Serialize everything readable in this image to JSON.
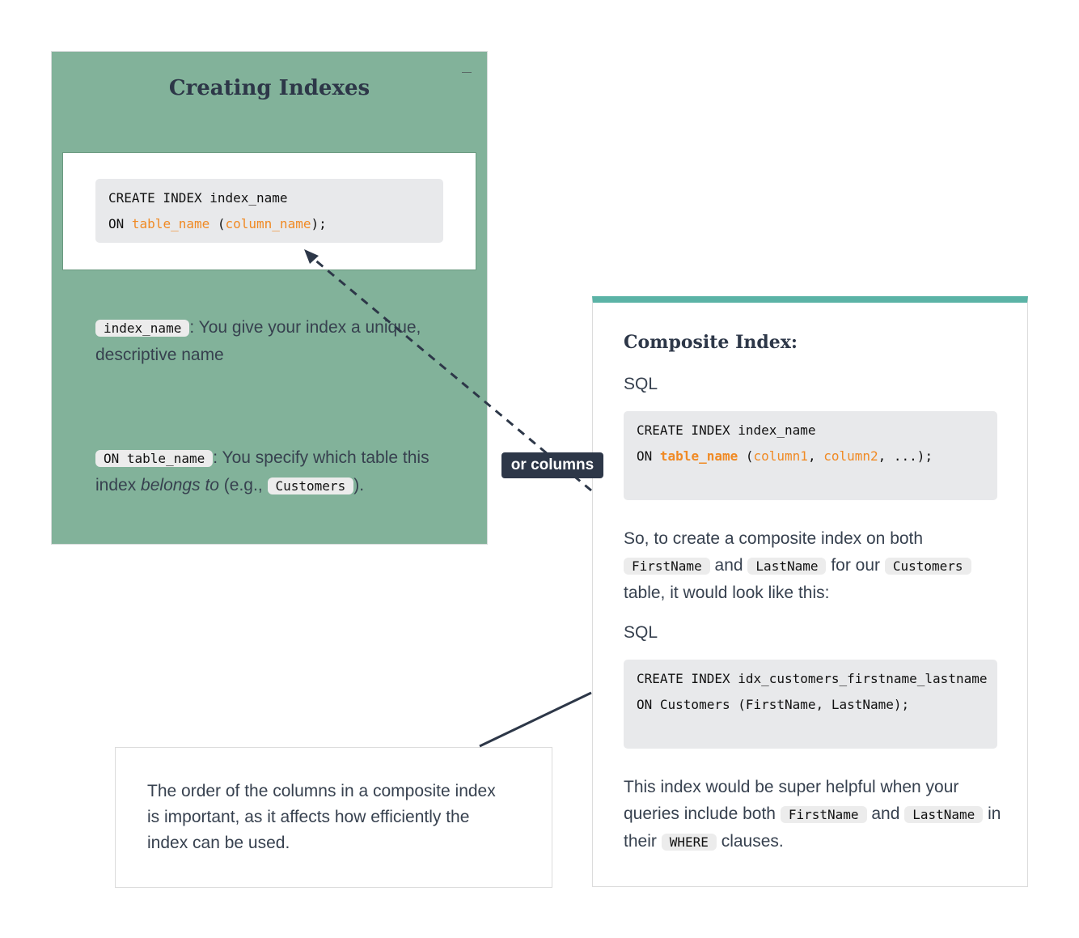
{
  "left_card": {
    "title": "Creating Indexes",
    "minimize_icon": "minus-icon",
    "code": {
      "line1": "CREATE INDEX index_name",
      "on": "ON",
      "table": "table_name",
      "open": " (",
      "column": "column_name",
      "close": ");"
    },
    "p1": {
      "code": "index_name",
      "text": ": You give your index a unique, descriptive name"
    },
    "p2": {
      "code": "ON table_name",
      "text1": ": You specify which table this index ",
      "em": "belongs to",
      "text2": " (e.g., ",
      "code2": "Customers",
      "text3": ")."
    }
  },
  "connector_label": "or columns",
  "right_card": {
    "title": "Composite Index:",
    "sql1": "SQL",
    "code1": {
      "line1": "CREATE INDEX index_name",
      "on": "ON",
      "table": "table_name",
      "open": " (",
      "c1": "column1",
      "sep1": ", ",
      "c2": "column2",
      "rest": ", ...);"
    },
    "p1": {
      "t1": "So, to create a composite index on both ",
      "c1": "FirstName",
      "t2": " and ",
      "c2": "LastName",
      "t3": " for our ",
      "c3": "Customers",
      "t4": " table, it would look like this:"
    },
    "sql2": "SQL",
    "code2": {
      "line1": "CREATE INDEX idx_customers_firstname_lastname",
      "line2": "ON Customers (FirstName, LastName);"
    },
    "p2": {
      "t1": "This index would be super helpful when your queries include both ",
      "c1": "FirstName",
      "t2": " and ",
      "c2": "LastName",
      "t3": " in their ",
      "c3": "WHERE",
      "t4": " clauses."
    }
  },
  "note": {
    "text": "The order of the columns in a composite index is important, as it affects how efficiently the index can be used."
  },
  "colors": {
    "left_bg": "#82b29a",
    "accent": "#5bb3a6",
    "code_highlight": "#f08a24",
    "label_bg": "#2d3748"
  }
}
